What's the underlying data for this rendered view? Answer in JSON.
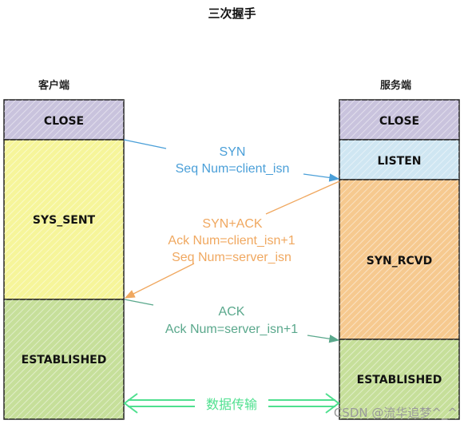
{
  "title": "三次握手",
  "client": {
    "label": "客户端",
    "states": [
      "CLOSE",
      "SYS_SENT",
      "ESTABLISHED"
    ]
  },
  "server": {
    "label": "服务端",
    "states": [
      "CLOSE",
      "LISTEN",
      "SYN_RCVD",
      "ESTABLISHED"
    ]
  },
  "messages": {
    "syn": {
      "line1": "SYN",
      "line2": "Seq Num=client_isn",
      "color": "#4a9fd8"
    },
    "synack": {
      "line1": "SYN+ACK",
      "line2": "Ack Num=client_isn+1",
      "line3": "Seq Num=server_isn",
      "color": "#f0a860"
    },
    "ack": {
      "line1": "ACK",
      "line2": "Ack Num=server_isn+1",
      "color": "#5aa88c"
    }
  },
  "transfer": {
    "label": "数据传输",
    "color": "#4fe08f"
  },
  "colors": {
    "close": "#c9c3dd",
    "listen": "#cfe6f2",
    "sent": "#f6f59a",
    "rcvd": "#f6c98f",
    "established": "#c6df9a"
  },
  "watermark": "CSDN @流华追梦^_^"
}
